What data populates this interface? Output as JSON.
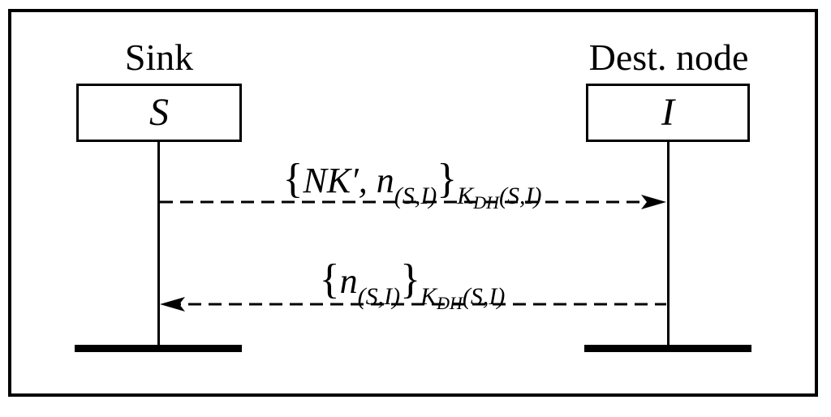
{
  "participants": [
    {
      "name": "Sink",
      "id": "S"
    },
    {
      "name": "Dest. node",
      "id": "I"
    }
  ],
  "messages": [
    {
      "direction": "S-to-I",
      "line_style": "dashed",
      "open_brace": "{",
      "content": "NK′, n",
      "content_subscript": "(S,I)",
      "close_brace": "}",
      "key": "K",
      "key_subscript": "DH",
      "key_args": "(S,I)"
    },
    {
      "direction": "I-to-S",
      "line_style": "dashed",
      "open_brace": "{",
      "content": "n",
      "content_subscript": "(S,I)",
      "close_brace": "}",
      "key": "K",
      "key_subscript": "DH",
      "key_args": "(S,I)"
    }
  ]
}
